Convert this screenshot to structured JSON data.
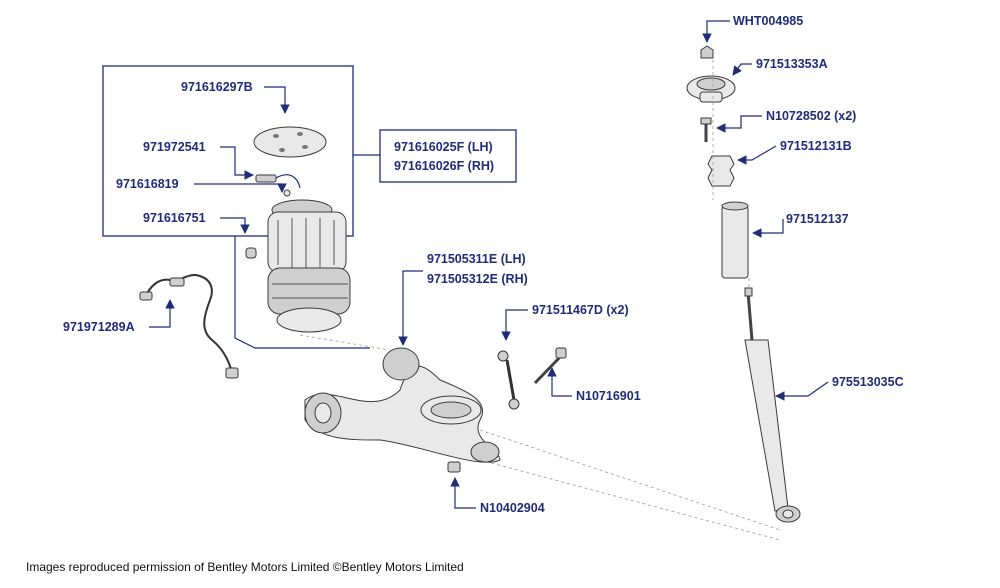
{
  "parts": {
    "wht004985": "WHT004985",
    "p971513353a": "971513353A",
    "n10728502": "N10728502 (x2)",
    "p971512131b": "971512131B",
    "p971512137": "971512137",
    "p975513035c": "975513035C",
    "p971616297b": "971616297B",
    "p971972541": "971972541",
    "p971616819": "971616819",
    "p971616751": "971616751",
    "p971616025f": "971616025F (LH)",
    "p971616026f": "971616026F (RH)",
    "p971971289a": "971971289A",
    "p971505311e": "971505311E (LH)",
    "p971505312e": "971505312E (RH)",
    "p971511467d": "971511467D (x2)",
    "n10716901": "N10716901",
    "n10402904": "N10402904"
  },
  "footer": {
    "credit": "Images reproduced permission of Bentley Motors Limited ©Bentley Motors Limited"
  },
  "colors": {
    "label": "#1f2c7a",
    "part_fill": "#e9e9e9",
    "outline": "#3a3a3a"
  }
}
